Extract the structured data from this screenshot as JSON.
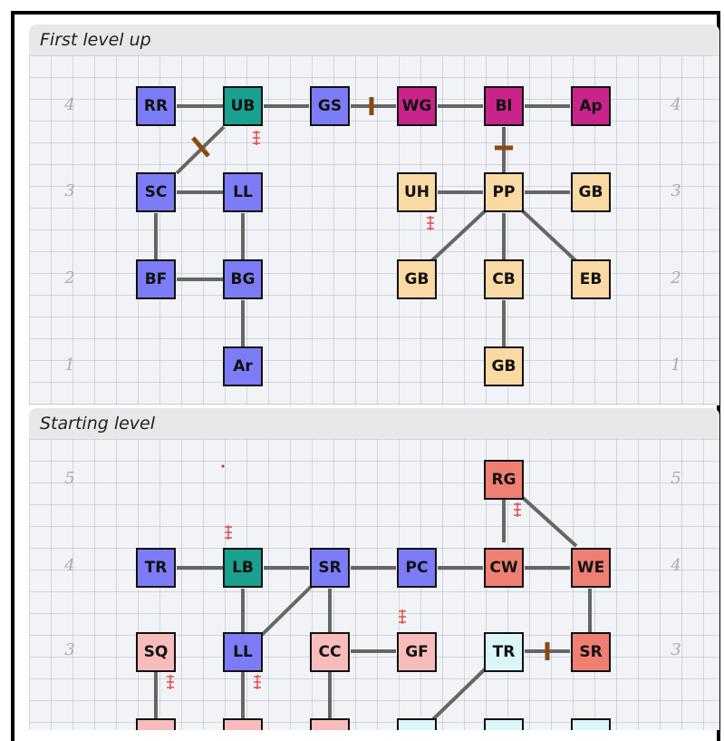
{
  "sections": {
    "first": {
      "title": "First level up"
    },
    "start": {
      "title": "Starting level"
    }
  },
  "colors": {
    "blue": "#7c7cf6",
    "teal": "#1aa08f",
    "magenta": "#c8248c",
    "peach": "#fbd9a4",
    "salmon": "#ef7f72",
    "pink": "#f8bcbc",
    "ice": "#dcf6f8",
    "link": "#666666",
    "door": "#8a4a12",
    "stair": "#e34b4b"
  },
  "first_level": {
    "rows": [
      "4",
      "3",
      "2",
      "1"
    ],
    "nodes": {
      "rr": "RR",
      "ub": "UB",
      "gs": "GS",
      "wg": "WG",
      "bl": "Bl",
      "ap": "Ap",
      "sc": "SC",
      "ll": "LL",
      "uh": "UH",
      "pp": "PP",
      "gb_a": "GB",
      "bf": "BF",
      "bg": "BG",
      "gb_b": "GB",
      "cb": "CB",
      "eb": "EB",
      "ar": "Ar",
      "gb_c": "GB"
    }
  },
  "starting_level": {
    "rows": [
      "5",
      "4",
      "3"
    ],
    "nodes": {
      "rg": "RG",
      "tr": "TR",
      "lb": "LB",
      "sr": "SR",
      "pc": "PC",
      "cw": "CW",
      "we": "WE",
      "sq": "SQ",
      "ll": "LL",
      "cc": "CC",
      "gf": "GF",
      "tr2": "TR",
      "sr2": "SR"
    }
  }
}
